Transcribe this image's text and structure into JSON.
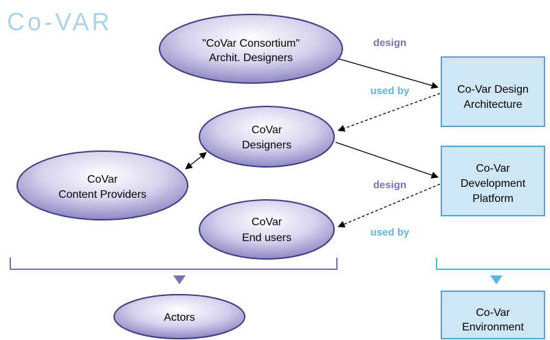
{
  "logo": {
    "text": "Co-VAR",
    "color": "#a9d3ec"
  },
  "colors": {
    "ellipse_stroke": "#3f3f80",
    "ellipse_fill_light": "#f0eef9",
    "ellipse_fill_dark": "#8e87c3",
    "box_stroke": "#5aa3d1",
    "box_fill": "#cfe6f5",
    "design_label": "#7a72b2",
    "used_by_label": "#5ab7e4",
    "actors_bracket": "#7a72b2",
    "env_bracket": "#5ab7e4"
  },
  "ellipses": [
    {
      "id": "consortium",
      "lines": [
        "\"CoVar Consortium\"",
        "Archit. Designers"
      ]
    },
    {
      "id": "designers",
      "lines": [
        "CoVar",
        "Designers"
      ]
    },
    {
      "id": "content-providers",
      "lines": [
        "CoVar",
        "Content Providers"
      ]
    },
    {
      "id": "end-users",
      "lines": [
        "CoVar",
        "End users"
      ]
    },
    {
      "id": "actors",
      "lines": [
        "Actors"
      ]
    }
  ],
  "boxes": [
    {
      "id": "design-architecture",
      "lines": [
        "Co-Var Design",
        "Architecture"
      ]
    },
    {
      "id": "development-platform",
      "lines": [
        "Co-Var",
        "Development",
        "Platform"
      ]
    },
    {
      "id": "environment",
      "lines": [
        "Co-Var",
        "Environment"
      ]
    }
  ],
  "edge_labels": {
    "design_top": "design",
    "used_by_top": "used by",
    "design_bottom": "design",
    "used_by_bottom": "used by"
  }
}
